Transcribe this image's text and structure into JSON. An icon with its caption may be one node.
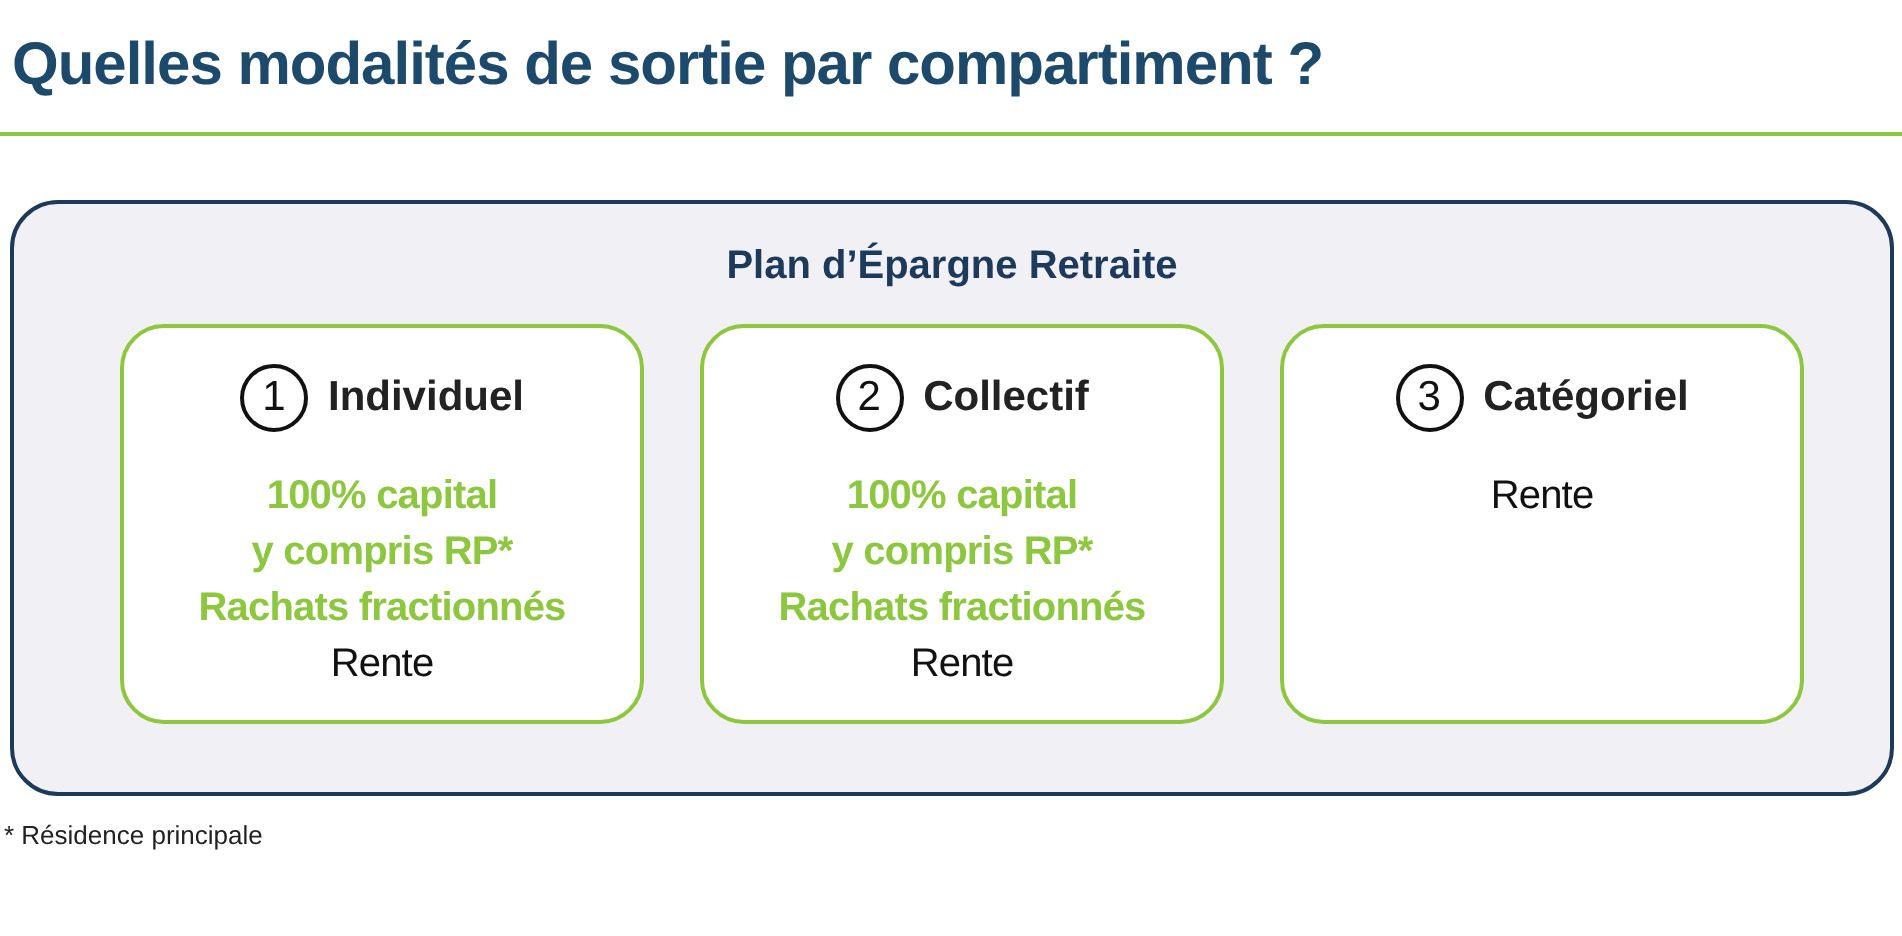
{
  "diagram": {
    "title": "Quelles modalités de sortie par compartiment ?",
    "nodes": [
      {
        "text": [
          "Plan d’Épargne Retraite"
        ]
      },
      {
        "text": [
          "Individuel",
          "100% capital",
          "y compris RP*",
          "Rachats fractionnés",
          "Rente"
        ],
        "in": 0
      },
      {
        "text": [
          "1"
        ],
        "in": 1
      },
      {
        "text": [
          "Collectif",
          "100% capital",
          "y compris RP*",
          "Rachats fractionnés",
          "Rente"
        ],
        "in": 0
      },
      {
        "text": [
          "2"
        ],
        "in": 3
      },
      {
        "text": [
          "Catégoriel",
          "Rente"
        ],
        "in": 0
      },
      {
        "text": [
          "3"
        ],
        "in": 5
      }
    ],
    "labels": [
      "* Résidence principale"
    ]
  }
}
